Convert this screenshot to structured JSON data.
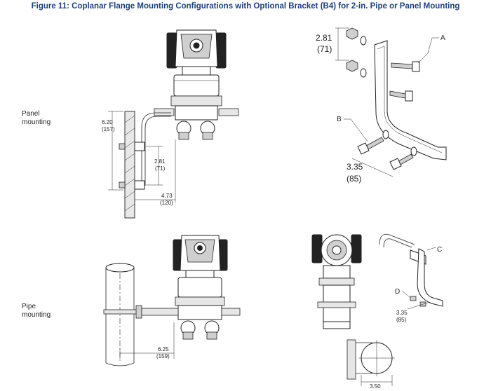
{
  "figure": {
    "title": "Figure 11: Coplanar Flange Mounting Configurations with Optional Bracket (B4) for 2-in. Pipe or Panel Mounting"
  },
  "panel_mount": {
    "label_line1": "Panel",
    "label_line2": "mounting",
    "dim_height_in": "6.20",
    "dim_height_mm": "(157)",
    "dim_bolt_in": "2.81",
    "dim_bolt_mm": "(71)",
    "dim_width_in": "4.73",
    "dim_width_mm": "(120)"
  },
  "bracket_detail": {
    "dim_slot_in": "2.81",
    "dim_slot_mm": "(71)",
    "dim_span_in": "3.35",
    "dim_span_mm": "(85)",
    "callout_a": "A",
    "callout_b": "B"
  },
  "pipe_mount": {
    "label_line1": "Pipe",
    "label_line2": "mounting",
    "dim_width_in": "6.25",
    "dim_width_mm": "(159)"
  },
  "pipe_bracket_detail": {
    "callout_c": "C",
    "callout_d": "D",
    "dim_span_in": "3.35",
    "dim_span_mm": "(85)",
    "dim_pipe_in": "3.50"
  },
  "colors": {
    "title": "#1f3f7a",
    "line": "#222222"
  }
}
